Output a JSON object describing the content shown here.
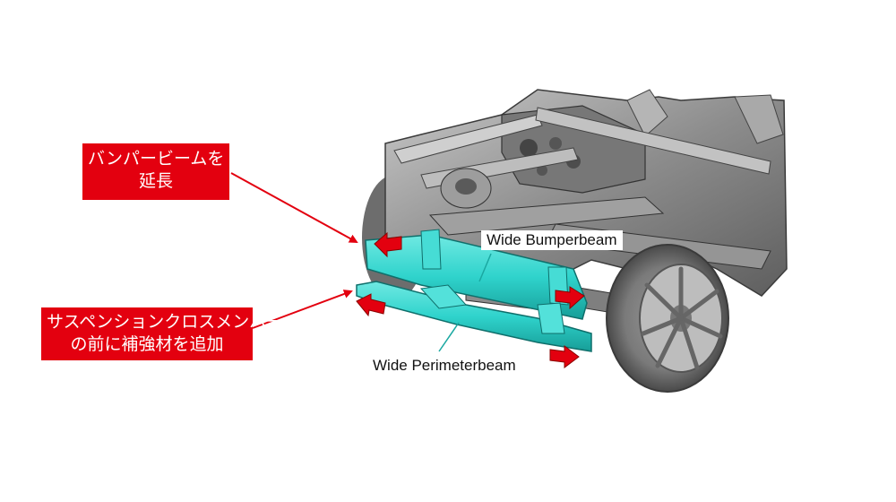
{
  "callouts": {
    "bumper": {
      "line1": "バンパービームを",
      "line2": "延長",
      "color": "#e3000f"
    },
    "suspension": {
      "line1": "サスペンションクロスメンバー",
      "line2": "の前に補強材を追加",
      "color": "#e3000f"
    }
  },
  "labels": {
    "bumperbeam": "Wide Bumperbeam",
    "perimeterbeam": "Wide Perimeterbeam"
  },
  "colors": {
    "beam": "#2fd3cc",
    "arrow": "#e3000f",
    "frame": "#8a8a8a"
  },
  "icons": {
    "extension_arrow": "double-outward-arrow-icon"
  }
}
